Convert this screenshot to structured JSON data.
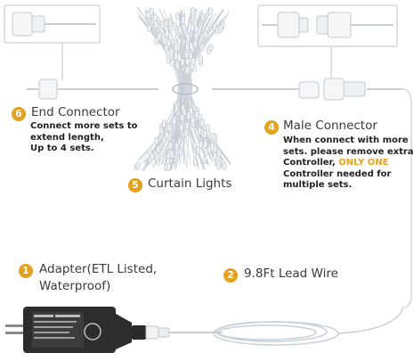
{
  "colors": {
    "accent": "#e5a11d",
    "title_text": "#3a3a3a",
    "highlight": "#e5a11d",
    "wire": "#c8cfd6",
    "callout_box": "#d7dde2"
  },
  "icons": [
    "end-connector-icon",
    "male-connector-icon",
    "adapter-icon",
    "curtain-lights-bundle-icon"
  ],
  "labels": {
    "end_connector": {
      "number": "6",
      "title": "End Connector",
      "lines": [
        "Connect more sets to",
        "extend length,",
        "Up to 4 sets."
      ]
    },
    "male_connector": {
      "number": "4",
      "title": "Male Connector",
      "line1": "When connect with more",
      "line2": "sets. please remove extra",
      "line3_pre": "Controller, ",
      "line3_highlight": "ONLY ONE",
      "line4": "Controller needed for",
      "line5": "multiple sets."
    },
    "curtain_lights": {
      "number": "5",
      "title": "Curtain Lights"
    },
    "adapter": {
      "number": "1",
      "title_line1": "Adapter(ETL Listed,",
      "title_line2": "Waterproof)"
    },
    "lead_wire": {
      "number": "2",
      "title": "9.8Ft Lead Wire"
    }
  }
}
